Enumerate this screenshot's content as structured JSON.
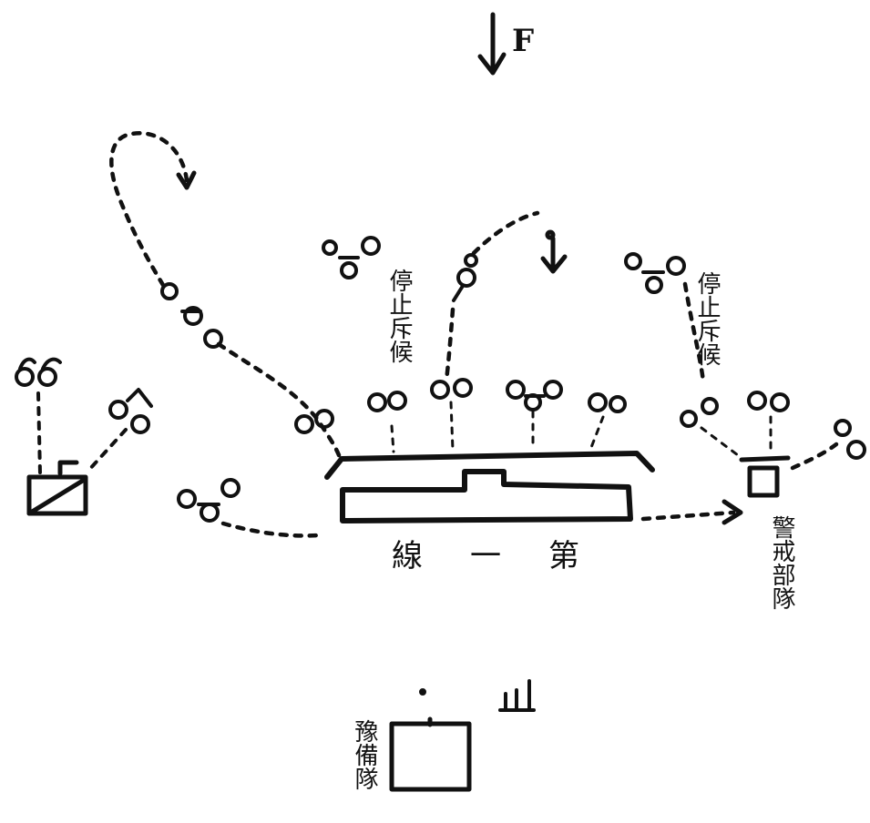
{
  "compass": {
    "label": "F"
  },
  "labels": {
    "halt_left": "停止斥候",
    "halt_right": "停止斥候",
    "first_line": "線一第",
    "guard_unit": "警戒部隊",
    "reserve": "豫備隊"
  }
}
